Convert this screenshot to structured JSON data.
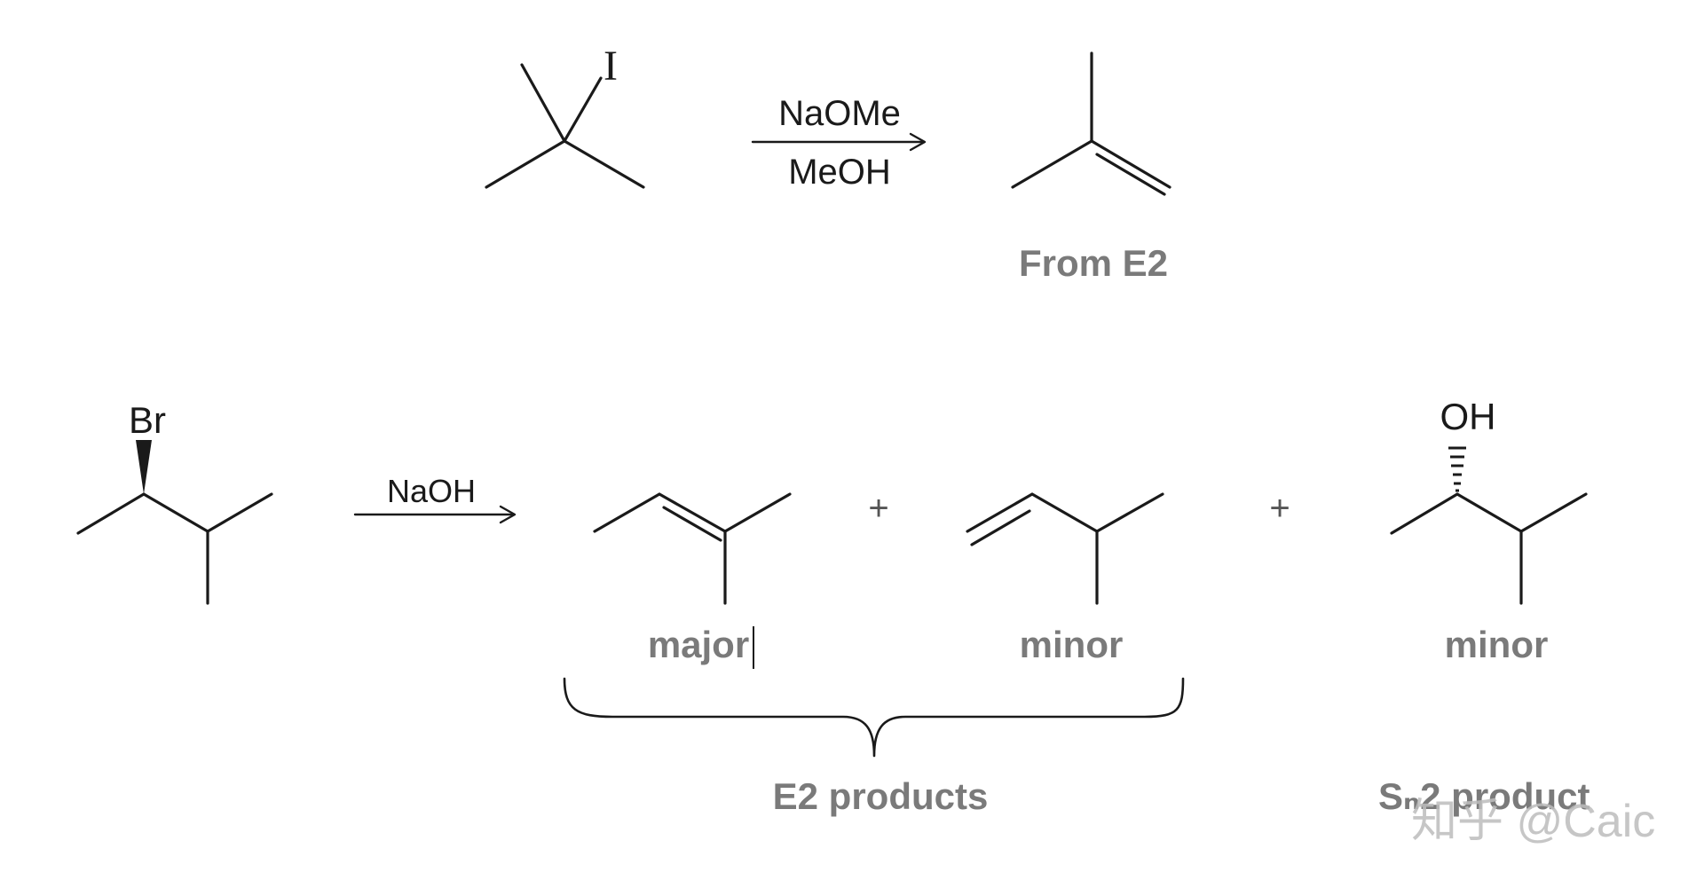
{
  "reaction1": {
    "substituent": "I",
    "reagent_top": "NaOMe",
    "reagent_bottom": "MeOH",
    "product_label": "From E2"
  },
  "reaction2": {
    "substituent": "Br",
    "reagent": "NaOH",
    "plus_1": "+",
    "plus_2": "+",
    "product_1_label": "major",
    "product_2_label": "minor",
    "product_3_substituent": "OH",
    "product_3_label": "minor",
    "e2_group_label": "E2 products",
    "sn2_label": "Sₙ2 product"
  },
  "watermark": "知乎 @Caic",
  "colors": {
    "structure": "#1a1a1a",
    "label_gray": "#7a7a7a",
    "background": "#ffffff"
  }
}
